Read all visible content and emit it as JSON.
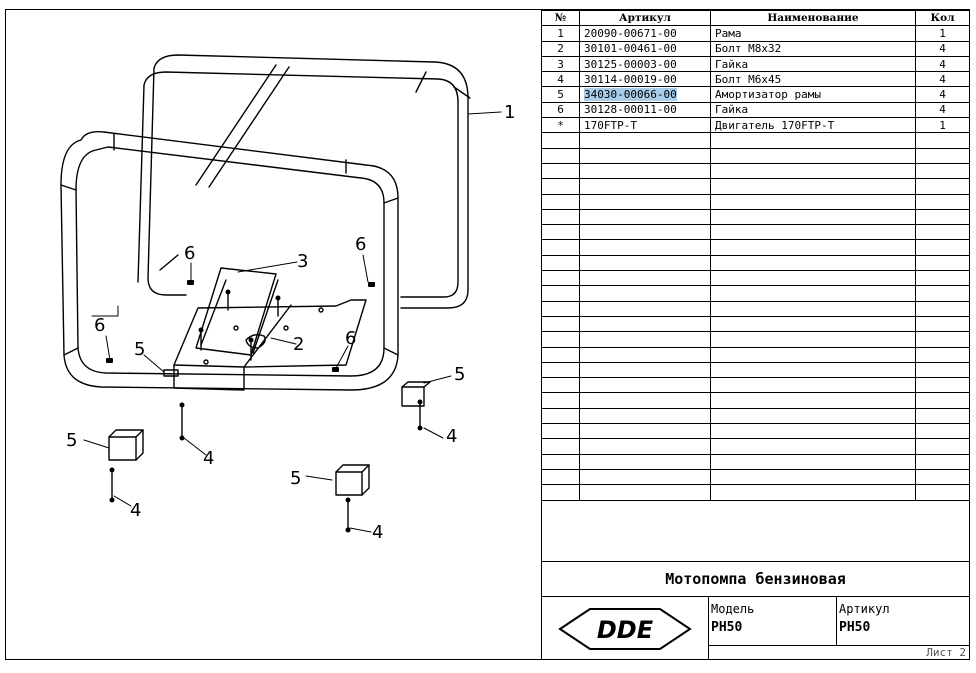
{
  "drawing": {
    "callouts": [
      {
        "id": "c1",
        "text": "1"
      },
      {
        "id": "c2",
        "text": "2"
      },
      {
        "id": "c3",
        "text": "3"
      },
      {
        "id": "c4a",
        "text": "4"
      },
      {
        "id": "c4b",
        "text": "4"
      },
      {
        "id": "c4c",
        "text": "4"
      },
      {
        "id": "c4d",
        "text": "4"
      },
      {
        "id": "c5a",
        "text": "5"
      },
      {
        "id": "c5b",
        "text": "5"
      },
      {
        "id": "c5c",
        "text": "5"
      },
      {
        "id": "c5d",
        "text": "5"
      },
      {
        "id": "c6a",
        "text": "6"
      },
      {
        "id": "c6b",
        "text": "6"
      },
      {
        "id": "c6c",
        "text": "6"
      },
      {
        "id": "c6d",
        "text": "6"
      }
    ]
  },
  "parts_table": {
    "headers": [
      "№",
      "Артикул",
      "Наименование",
      "Кол"
    ],
    "rows": [
      {
        "num": "1",
        "article": "20090-00671-00",
        "name": "Рама",
        "qty": "1"
      },
      {
        "num": "2",
        "article": "30101-00461-00",
        "name": "Болт М8х32",
        "qty": "4"
      },
      {
        "num": "3",
        "article": "30125-00003-00",
        "name": "Гайка",
        "qty": "4"
      },
      {
        "num": "4",
        "article": "30114-00019-00",
        "name": "Болт М6х45",
        "qty": "4"
      },
      {
        "num": "5",
        "article": "34030-00066-00",
        "name": "Амортизатор рамы",
        "qty": "4",
        "selected": true
      },
      {
        "num": "6",
        "article": "30128-00011-00",
        "name": "Гайка",
        "qty": "4"
      },
      {
        "num": "*",
        "article": "170FTP-T",
        "name": "Двигатель 170FTP-T",
        "qty": "1"
      }
    ],
    "empty_rows": 24
  },
  "title_block": {
    "title": "Мотопомпа бензиновая",
    "logo_text": "DDE",
    "model_label": "Модель",
    "model_value": "PH50",
    "article_label": "Артикул",
    "article_value": "PH50",
    "sheet_label": "Лист 2"
  }
}
